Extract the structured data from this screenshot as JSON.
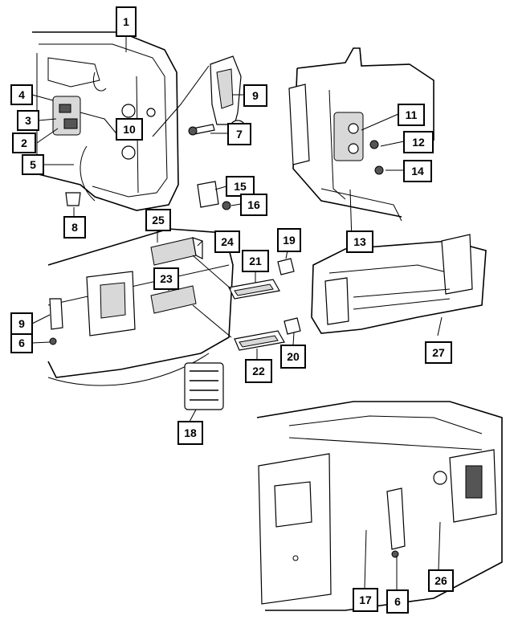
{
  "diagram": {
    "callouts": [
      {
        "id": "callout-1",
        "text": "1"
      },
      {
        "id": "callout-2",
        "text": "2"
      },
      {
        "id": "callout-3",
        "text": "3"
      },
      {
        "id": "callout-4",
        "text": "4"
      },
      {
        "id": "callout-5",
        "text": "5"
      },
      {
        "id": "callout-6a",
        "text": "6"
      },
      {
        "id": "callout-6b",
        "text": "6"
      },
      {
        "id": "callout-7",
        "text": "7"
      },
      {
        "id": "callout-8",
        "text": "8"
      },
      {
        "id": "callout-9a",
        "text": "9"
      },
      {
        "id": "callout-9b",
        "text": "9"
      },
      {
        "id": "callout-10",
        "text": "10"
      },
      {
        "id": "callout-11",
        "text": "11"
      },
      {
        "id": "callout-12",
        "text": "12"
      },
      {
        "id": "callout-13",
        "text": "13"
      },
      {
        "id": "callout-14",
        "text": "14"
      },
      {
        "id": "callout-15",
        "text": "15"
      },
      {
        "id": "callout-16",
        "text": "16"
      },
      {
        "id": "callout-17",
        "text": "17"
      },
      {
        "id": "callout-18",
        "text": "18"
      },
      {
        "id": "callout-19",
        "text": "19"
      },
      {
        "id": "callout-20",
        "text": "20"
      },
      {
        "id": "callout-21",
        "text": "21"
      },
      {
        "id": "callout-22",
        "text": "22"
      },
      {
        "id": "callout-23",
        "text": "23"
      },
      {
        "id": "callout-24",
        "text": "24"
      },
      {
        "id": "callout-25",
        "text": "25"
      },
      {
        "id": "callout-26",
        "text": "26"
      },
      {
        "id": "callout-27",
        "text": "27"
      }
    ],
    "colors": {
      "ink": "#000000",
      "paper": "#ffffff",
      "shade": "#d8d8d8"
    }
  }
}
